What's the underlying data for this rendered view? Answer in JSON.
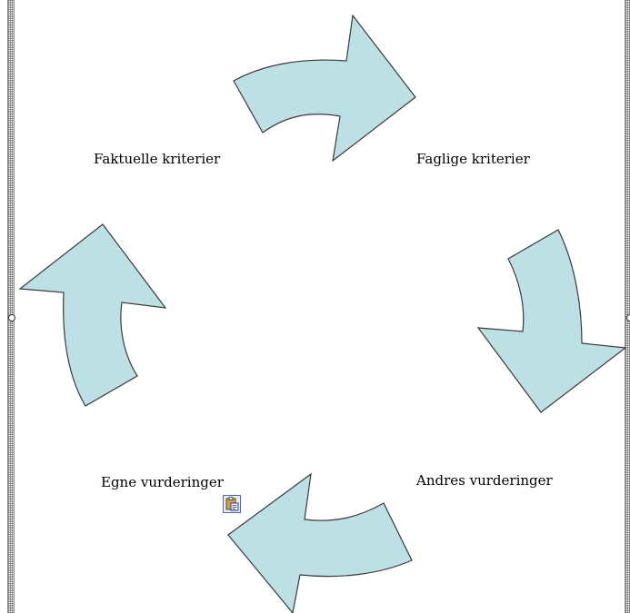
{
  "diagram": {
    "labels": {
      "top_left": "Faktuelle kriterier",
      "top_right": "Faglige kriterier",
      "bottom_right": "Andres vurderinger",
      "bottom_left": "Egne vurderinger"
    },
    "arrow_fill": "#bde0e5",
    "arrow_stroke": "#3a3a3a"
  },
  "paste_options": {
    "icon": "clipboard-paste-icon"
  }
}
